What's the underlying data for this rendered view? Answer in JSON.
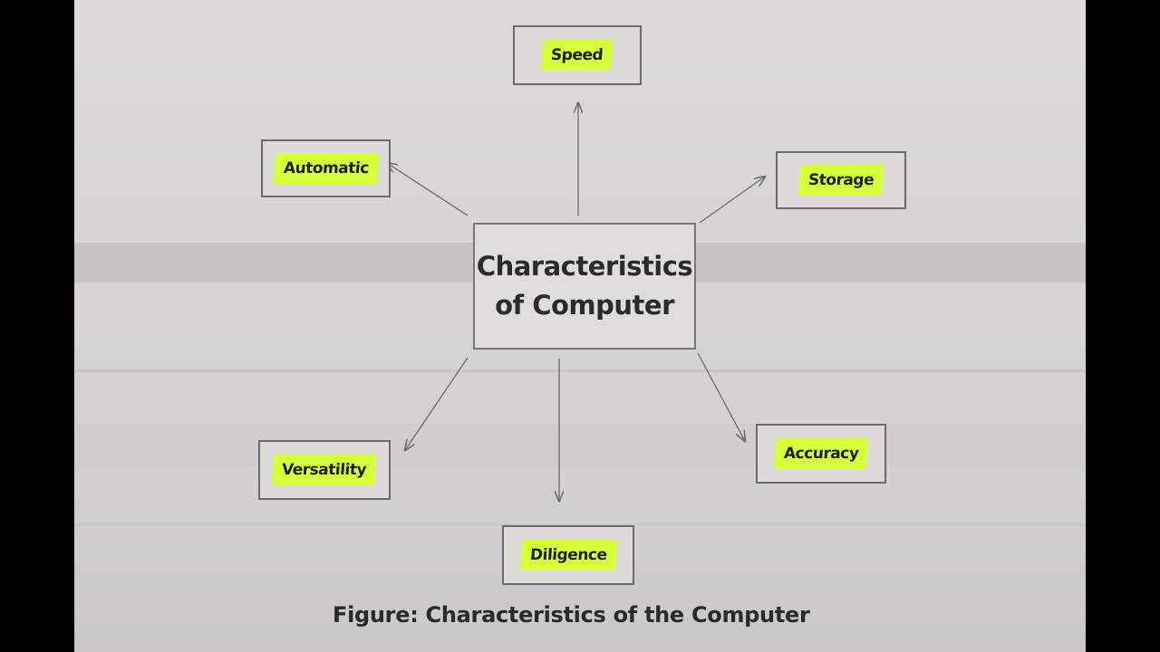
{
  "diagram": {
    "center": {
      "line1": "Characteristics",
      "line2": "of Computer"
    },
    "nodes": [
      {
        "id": "speed",
        "label": "Speed"
      },
      {
        "id": "automatic",
        "label": "Automatic"
      },
      {
        "id": "storage",
        "label": "Storage"
      },
      {
        "id": "versatility",
        "label": "Versatility"
      },
      {
        "id": "accuracy",
        "label": "Accuracy"
      },
      {
        "id": "diligence",
        "label": "Diligence"
      }
    ],
    "caption": "Figure: Characteristics of the Computer"
  },
  "colors": {
    "highlight": "#d6ff3a",
    "frame": "#000000",
    "paper": "#d8d7d4",
    "ink": "#2b2b2b"
  }
}
